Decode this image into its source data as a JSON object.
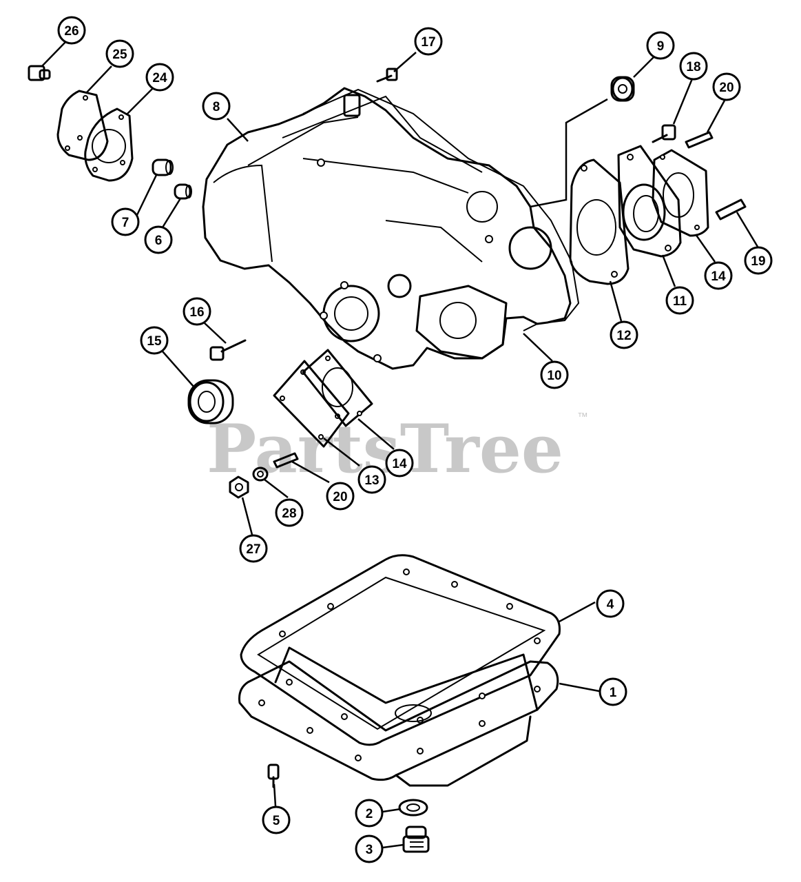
{
  "watermark": {
    "text": "PartsTree",
    "tm": "™"
  },
  "callouts": {
    "c1": "1",
    "c2": "2",
    "c3": "3",
    "c4": "4",
    "c5": "5",
    "c6": "6",
    "c7": "7",
    "c8": "8",
    "c9": "9",
    "c10": "10",
    "c11": "11",
    "c12": "12",
    "c13": "13",
    "c14a": "14",
    "c14b": "14",
    "c15": "15",
    "c16": "16",
    "c17": "17",
    "c18": "18",
    "c19": "19",
    "c20a": "20",
    "c20b": "20",
    "c24": "24",
    "c25": "25",
    "c26": "26",
    "c27": "27",
    "c28": "28"
  }
}
